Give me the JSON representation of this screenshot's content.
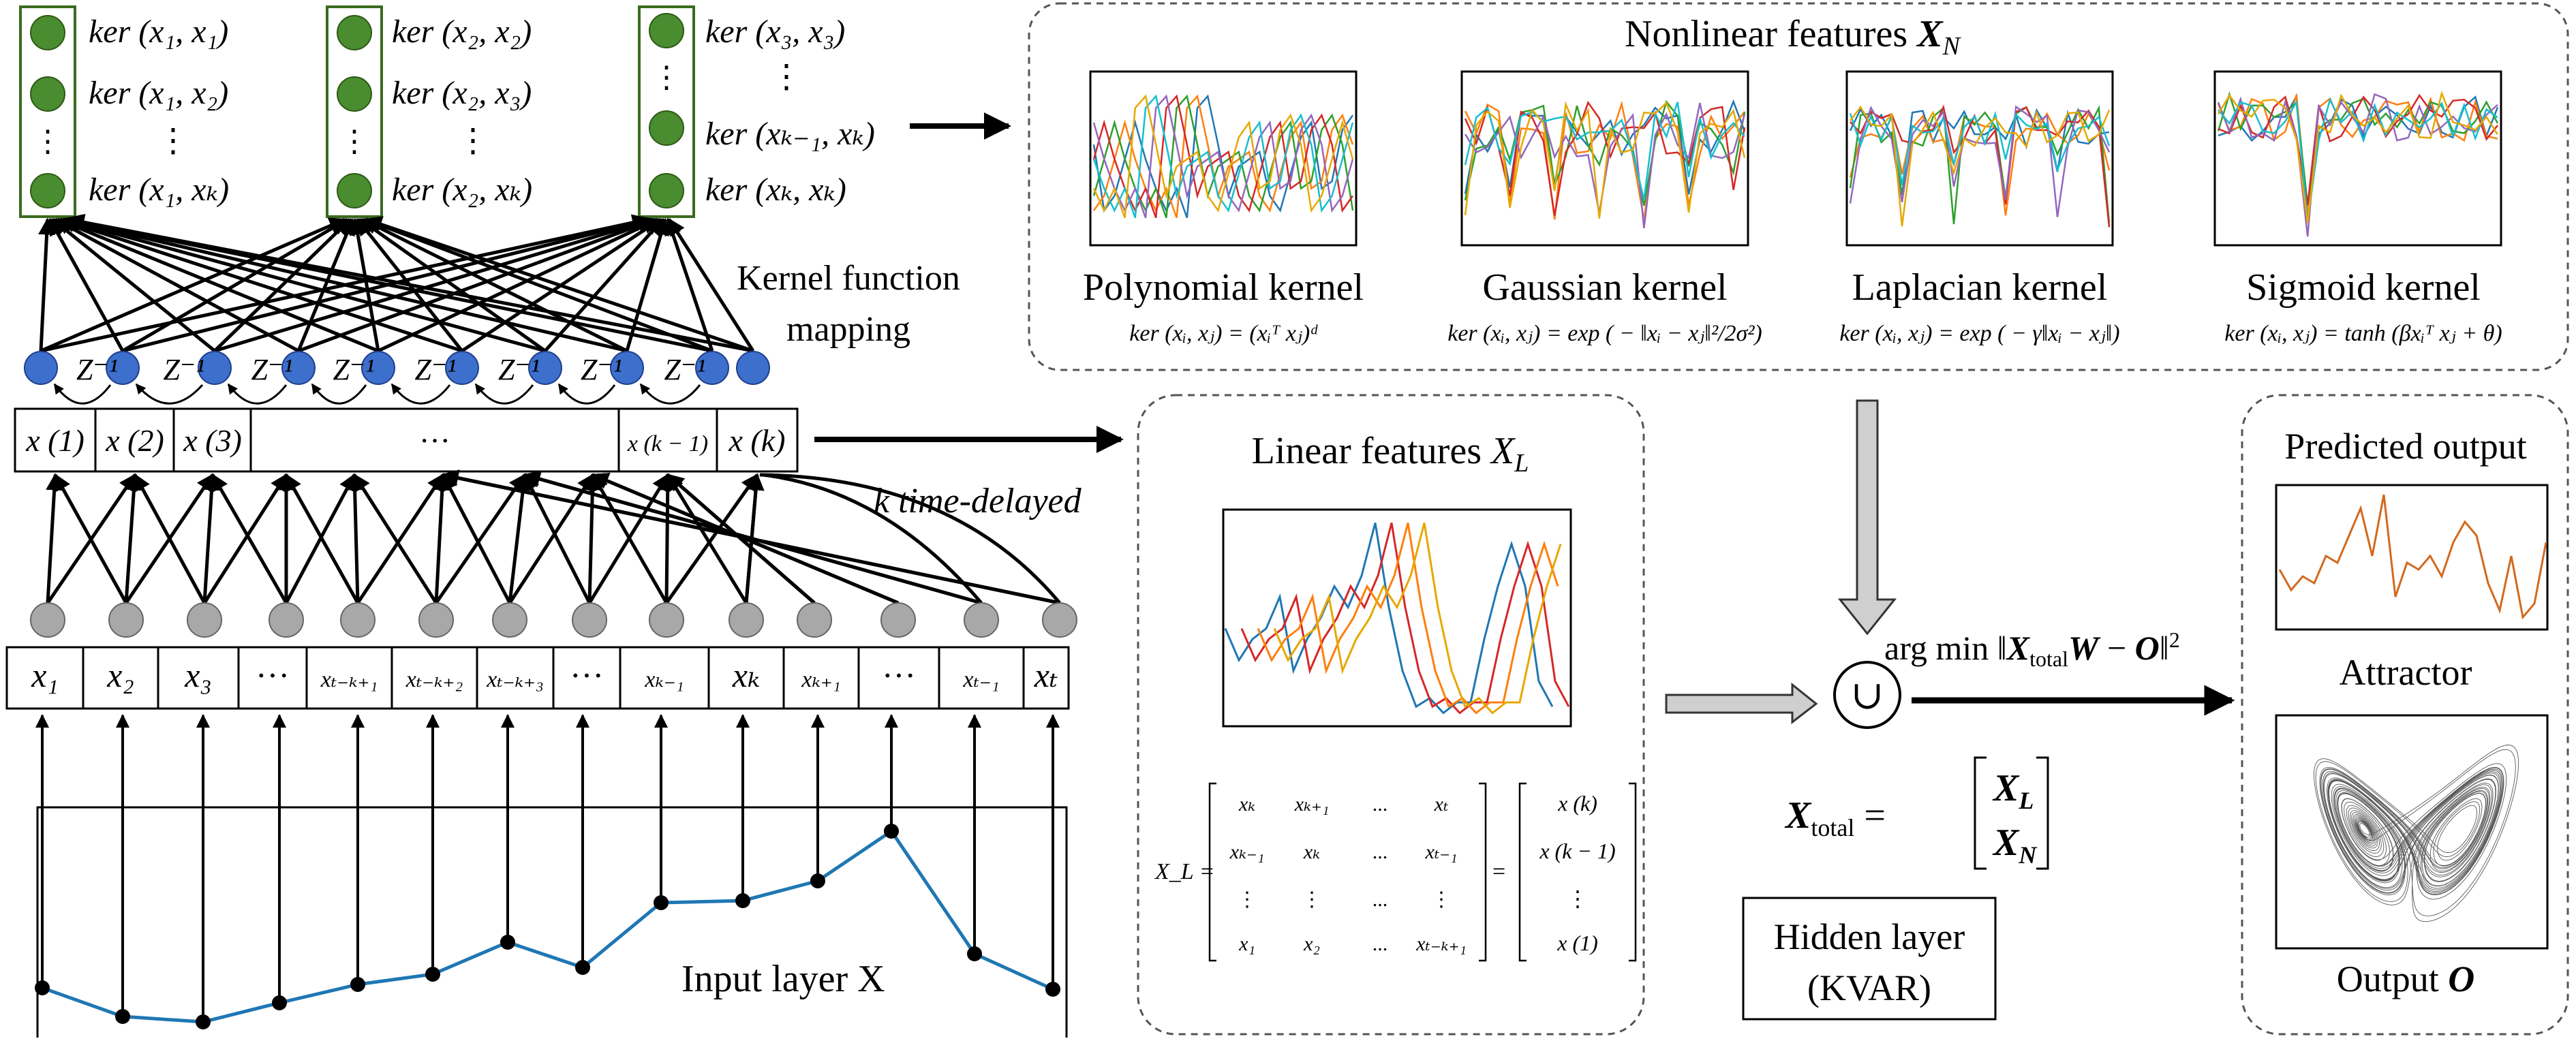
{
  "kernel_groups": [
    {
      "rows": [
        "ker (x₁, x₁)",
        "ker (x₁, x₂)",
        "⋮",
        "ker (x₁, xₖ)"
      ]
    },
    {
      "rows": [
        "ker (x₂, x₂)",
        "ker (x₂, x₃)",
        "⋮",
        "ker (x₂, xₖ)"
      ]
    },
    {
      "rows": [
        "ker (x₃, x₃)",
        "⋮",
        "ker (xₖ₋₁, xₖ)",
        "ker (xₖ, xₖ)"
      ]
    }
  ],
  "kernel_mapping_label": [
    "Kernel function",
    "mapping"
  ],
  "delay_label": "Z⁻¹",
  "delayed_vector": [
    "x (1)",
    "x (2)",
    "x (3)",
    "···",
    "x (k − 1)",
    "x (k)"
  ],
  "time_delayed_label": "k time-delayed",
  "input_cells": [
    "x₁",
    "x₂",
    "x₃",
    "···",
    "xₜ₋ₖ₊₁",
    "xₜ₋ₖ₊₂",
    "xₜ₋ₖ₊₃",
    "···",
    "xₖ₋₁",
    "xₖ",
    "xₖ₊₁",
    "···",
    "xₜ₋₁",
    "xₜ"
  ],
  "input_layer_label": "Input layer X",
  "nonlinear": {
    "title": "Nonlinear features X_N",
    "kernels": [
      {
        "name": "Polynomial kernel",
        "formula": "ker (xᵢ, xⱼ) = (xᵢᵀ xⱼ)ᵈ"
      },
      {
        "name": "Gaussian kernel",
        "formula": "ker (xᵢ, xⱼ) = exp ( − ‖xᵢ − xⱼ‖²/2σ²)"
      },
      {
        "name": "Laplacian kernel",
        "formula": "ker (xᵢ, xⱼ) = exp ( − γ‖xᵢ − xⱼ‖)"
      },
      {
        "name": "Sigmoid kernel",
        "formula": "ker (xᵢ, xⱼ) = tanh (βxᵢᵀ xⱼ + θ)"
      }
    ]
  },
  "linear": {
    "title": "Linear features X_L",
    "matrix_label": "X_L =",
    "matrix_rows": [
      [
        "xₖ",
        "xₖ₊₁",
        "...",
        "xₜ"
      ],
      [
        "xₖ₋₁",
        "xₖ",
        "...",
        "xₜ₋₁"
      ],
      [
        "⋮",
        "⋮",
        "...",
        "⋮"
      ],
      [
        "x₁",
        "x₂",
        "...",
        "xₜ₋ₖ₊₁"
      ]
    ],
    "vector_rows": [
      "x (k)",
      "x (k − 1)",
      "⋮",
      "x (1)"
    ]
  },
  "union_symbol": "∪",
  "objective": "arg min ‖X_total W − O‖²",
  "xtotal_label": "X_total =",
  "xtotal_rows": [
    "X_L",
    "X_N"
  ],
  "hidden_layer": [
    "Hidden layer",
    "(KVAR)"
  ],
  "output_panel": {
    "predicted_title": "Predicted output",
    "attractor_label": "Attractor",
    "output_label": "Output O"
  },
  "colors": {
    "input_series": "#1f77b4",
    "kernel_node": "#4a8c30",
    "delay_node": "#3d6fcc",
    "input_node": "#a8a8a8",
    "predicted": "#d2691e",
    "series_palette": [
      "#1f77b4",
      "#ff7f0e",
      "#2ca02c",
      "#d62728",
      "#9467bd",
      "#17becf",
      "#e6a800"
    ]
  }
}
